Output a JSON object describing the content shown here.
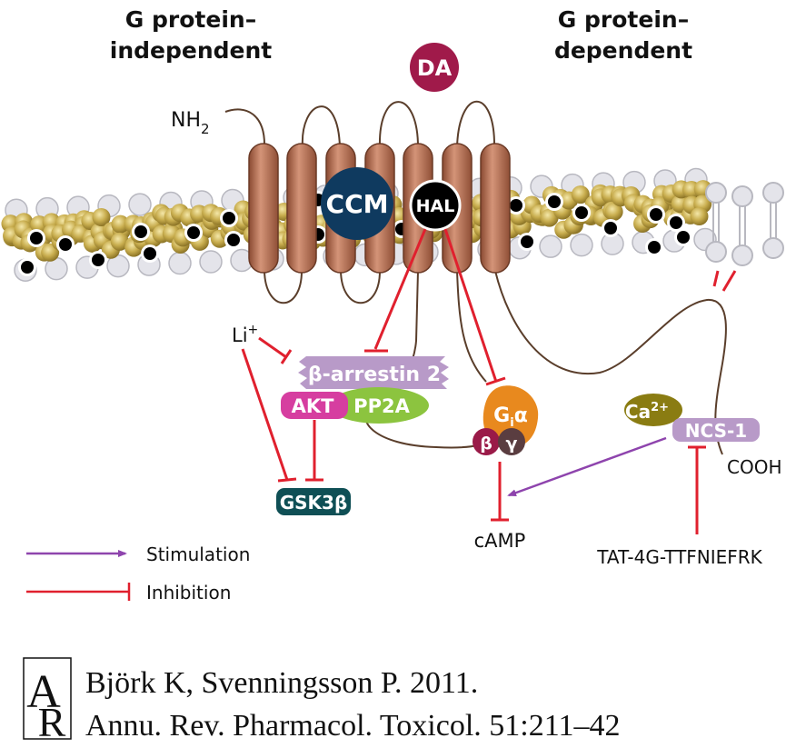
{
  "headings": {
    "left_line1": "G protein–",
    "left_line2": "independent",
    "right_line1": "G protein–",
    "right_line2": "dependent"
  },
  "receptor": {
    "n_terminus": "NH",
    "n_terminus_sub": "2",
    "c_terminus": "COOH",
    "helix_count": 7
  },
  "ligands": {
    "dopamine": "DA",
    "ccm": "CCM",
    "hal": "HAL"
  },
  "proteins": {
    "beta_arrestin": "β-arrestin 2",
    "akt": "AKT",
    "pp2a": "PP2A",
    "gsk3b": "GSK3β",
    "gi_alpha_g": "G",
    "gi_alpha_sub": "i",
    "gi_alpha_a": "α",
    "g_beta": "β",
    "g_gamma": "γ",
    "ca": "Ca",
    "ca_sup": "2+",
    "ncs1": "NCS-1"
  },
  "small_molecules": {
    "lithium": "Li",
    "lithium_sup": "+",
    "camp": "cAMP",
    "peptide": "TAT-4G-TTFNIEFRK"
  },
  "legend": {
    "stimulation": "Stimulation",
    "inhibition": "Inhibition"
  },
  "citation": {
    "logo_a": "A",
    "logo_r": "R",
    "line1": "Björk K, Svenningsson P. 2011.",
    "line2": "Annu. Rev. Pharmacol. Toxicol. 51:211–42"
  },
  "colors": {
    "stimulation": "#8e44ad",
    "inhibition": "#e0202e",
    "helix": "#b0674a",
    "lipid_gold": "#b59a3a",
    "lipid_grey": "#d9d9df",
    "da": "#a01a4a",
    "ccm": "#0f3a5f",
    "arrestin": "#b89ac8",
    "akt": "#d63ea0",
    "pp2a": "#8cc43f",
    "gsk3b": "#0f4f55",
    "gi_alpha": "#e8891e",
    "g_beta": "#9a1a48",
    "g_gamma": "#5a3d40",
    "ca": "#8a7c12",
    "ncs1": "#b89ac8"
  }
}
